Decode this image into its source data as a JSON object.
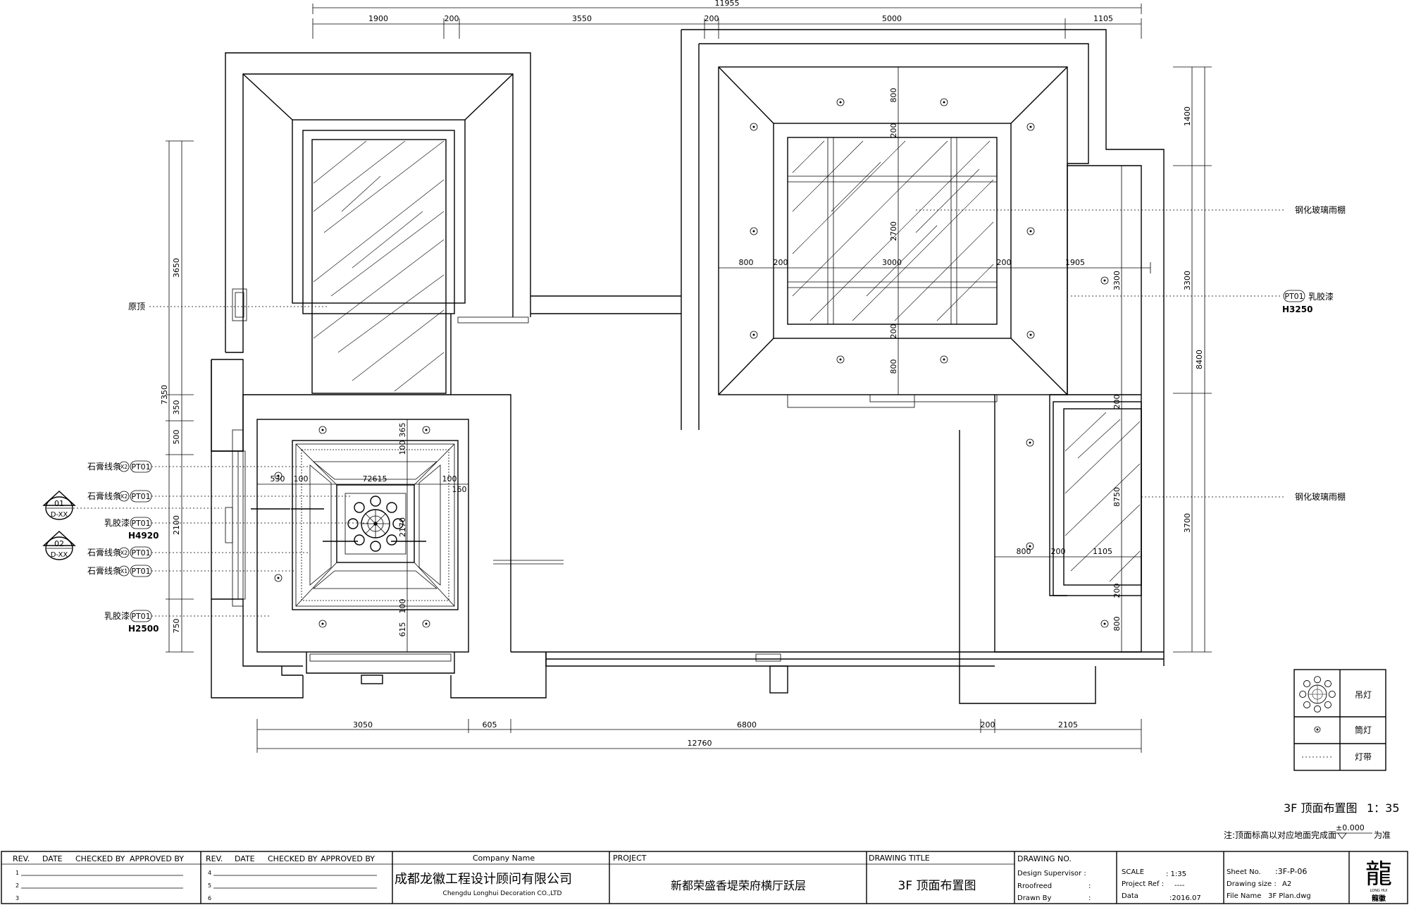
{
  "dimensions": {
    "top_total": "11955",
    "top_segments": [
      "1900",
      "200",
      "3550",
      "200",
      "5000",
      "1105"
    ],
    "bottom_total": "12760",
    "bottom_segments": [
      "3050",
      "605",
      "6800",
      "200",
      "2105"
    ],
    "left_total": "7350",
    "left_segments": [
      "3650",
      "350",
      "500",
      "2100",
      "750"
    ],
    "right_total": "8400",
    "right_segments": [
      "1400",
      "3300",
      "3700"
    ],
    "right_room_vertical": [
      "3300",
      "200",
      "8750",
      "200",
      "800"
    ],
    "room_a_horizontal": [
      "800",
      "200",
      "3000",
      "200",
      "1905"
    ],
    "room_a_vertical": [
      "800",
      "200",
      "2700",
      "200",
      "800"
    ],
    "room_b_horizontal": [
      "530",
      "100",
      "72615",
      "100",
      "160"
    ],
    "room_b_vertical": [
      "365",
      "100",
      "2170",
      "100",
      "615"
    ],
    "room_c_horizontal": [
      "800",
      "200",
      "1105"
    ]
  },
  "annotations": {
    "original_ceiling": "原顶",
    "tempered_glass_1": "钢化玻璃雨棚",
    "tempered_glass_2": "钢化玻璃雨棚",
    "latex_paint_right_code": "PT01",
    "latex_paint_right_text": "乳胶漆",
    "latex_paint_right_height": "H3250",
    "left_labels": [
      {
        "text": "石膏线条",
        "tag": "X2",
        "code": "PT01"
      },
      {
        "text": "石膏线条",
        "tag": "X2",
        "code": "PT01"
      },
      {
        "text": "乳胶漆",
        "tag": "",
        "code": "PT01"
      },
      {
        "text": "石膏线条",
        "tag": "X2",
        "code": "PT01"
      },
      {
        "text": "石膏线条",
        "tag": "X1",
        "code": "PT01"
      },
      {
        "text": "乳胶漆",
        "tag": "",
        "code": "PT01"
      }
    ],
    "height_h4920": "H4920",
    "height_h2500": "H2500",
    "section_marks": [
      {
        "num": "01",
        "ref": "D-XX"
      },
      {
        "num": "02",
        "ref": "D-XX"
      }
    ]
  },
  "legend": {
    "items": [
      {
        "icon": "chandelier-icon",
        "label": "吊灯"
      },
      {
        "icon": "downlight-icon",
        "label": "筒灯"
      },
      {
        "icon": "light-strip-icon",
        "label": "灯带"
      }
    ]
  },
  "drawing_caption": {
    "title": "3F 顶面布置图",
    "scale": "1：35",
    "note_prefix": "注:顶面标高以对应地面完成面",
    "note_level": "±0.000",
    "note_suffix": "为准"
  },
  "title_block": {
    "rev_headers": [
      "REV.",
      "DATE",
      "CHECKED BY",
      "APPROVED BY"
    ],
    "rev_rows_left": [
      "1",
      "2",
      "3"
    ],
    "rev_rows_right": [
      "4",
      "5",
      "6"
    ],
    "company_label": "Company Name",
    "company_cn": "成都龙徽工程设计顾问有限公司",
    "company_en": "Chengdu Longhui Decoration CO.,LTD",
    "project_label": "PROJECT",
    "project_name": "新都荣盛香堤荣府横厅跃层",
    "drawing_title_label": "DRAWING  TITLE",
    "drawing_title": "3F  顶面布置图",
    "drawing_no_label": "DRAWING  NO.",
    "design_supervisor_label": "Design Supervisor :",
    "roofreed_label": "Rroofreed",
    "roofreed_colon": ":",
    "drawn_by_label": "Drawn By",
    "drawn_by_colon": ":",
    "scale_label": "SCALE",
    "scale_value": ": 1:35",
    "project_ref_label": "Project Ref :",
    "project_ref_value": "----",
    "date_label": "Data",
    "date_value": ":2016.07",
    "sheet_no_label": "Sheet No.",
    "sheet_no_value": ":3F-P-06",
    "drawing_size_label": "Drawing size :",
    "drawing_size_value": "A2",
    "file_name_label": "File Name",
    "file_name_value": "3F Plan.dwg",
    "logo_glyph": "龍",
    "logo_sub": "LONG HUI",
    "logo_cn": "龍徽"
  }
}
